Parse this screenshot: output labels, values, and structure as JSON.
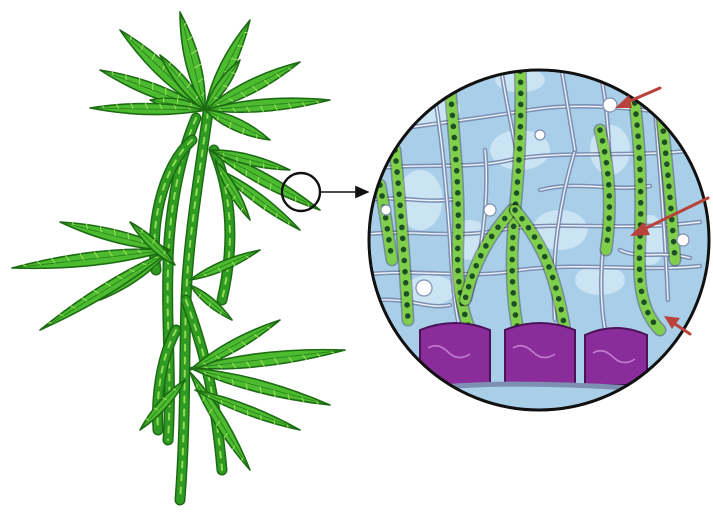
{
  "figure": {
    "background": "#ffffff",
    "plant": {
      "icon": "moss-plant-illustration",
      "stem_color": "#2f9b22",
      "leaf_color": "#4cbb2f",
      "leaf_highlight": "#8fdc55",
      "outline_color": "#1d6b14"
    },
    "magnifier": {
      "icon": "magnification-circle",
      "color": "#111111"
    },
    "cells": {
      "icon": "leaf-cell-detail",
      "hyaline_cell_color": "#a9cfe8",
      "hyaline_highlight": "#d2e8f6",
      "wall_color": "#7d8fb3",
      "chlorophyll_cell_color": "#7fcf4a",
      "chloroplast_color": "#1d4e28",
      "stained_cell_color": "#8a2d9a",
      "pore_color": "#ffffff",
      "outline_color": "#111111"
    },
    "pointer_arrows": {
      "icon": "pointer-arrow",
      "color": "#b9433a",
      "count": 3
    }
  }
}
